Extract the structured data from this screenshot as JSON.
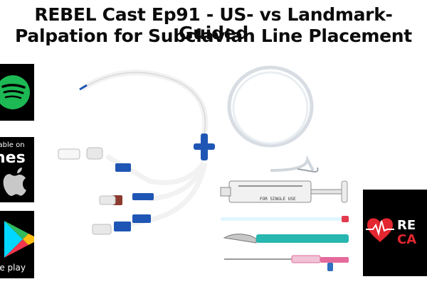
{
  "header": {
    "title_line1": "REBEL Cast Ep91 - US- vs Landmark-Guided",
    "title_line2": "Palpation for Subclavian Line Placement"
  },
  "badges": {
    "spotify": {
      "icon": "spotify-icon"
    },
    "itunes": {
      "small_text": "ilable on",
      "big_text": "nes",
      "icon": "apple-icon"
    },
    "google_play": {
      "label": "le play",
      "icon": "play-triangle-icon"
    },
    "rebel_cast": {
      "line1": "RE",
      "line2": "CA",
      "icon": "heart-ekg-icon"
    }
  },
  "photo": {
    "syringe_label": "FOR SINGLE USE"
  },
  "colors": {
    "background": "#ffffff",
    "title": "#0b0b0b",
    "spotify_green": "#1db954",
    "rebel_red": "#e3262f",
    "catheter_blue": "#1f56b5",
    "hub_brown": "#8b3a2e",
    "scalpel_teal": "#27b7b0",
    "needle_pink": "#e46a9b"
  }
}
